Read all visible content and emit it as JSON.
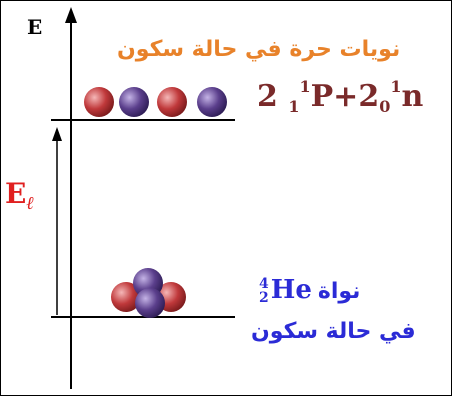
{
  "axis": {
    "label": "E"
  },
  "top_level": {
    "caption": "نويات حرة في حالة سكون",
    "equation": {
      "coef1": "2",
      "p_mass": "1",
      "p_charge": "1",
      "p_symbol": "P",
      "plus": "+",
      "coef2": "2",
      "n_mass": "1",
      "n_charge": "0",
      "n_symbol": "n"
    },
    "nucleons": [
      "proton",
      "neutron",
      "proton",
      "neutron"
    ]
  },
  "energy_gap": {
    "symbol": "E",
    "subscript": "ℓ"
  },
  "bottom_level": {
    "he": {
      "mass": "4",
      "charge": "2",
      "symbol": "He"
    },
    "word": "نواة",
    "caption": "في حالة سكون"
  },
  "colors": {
    "proton": "#c0393b",
    "neutron": "#5b3f8c",
    "top_caption": "#e8822a",
    "equation": "#7a2a2a",
    "energy": "#e02020",
    "bottom_text": "#2b2bd6"
  }
}
